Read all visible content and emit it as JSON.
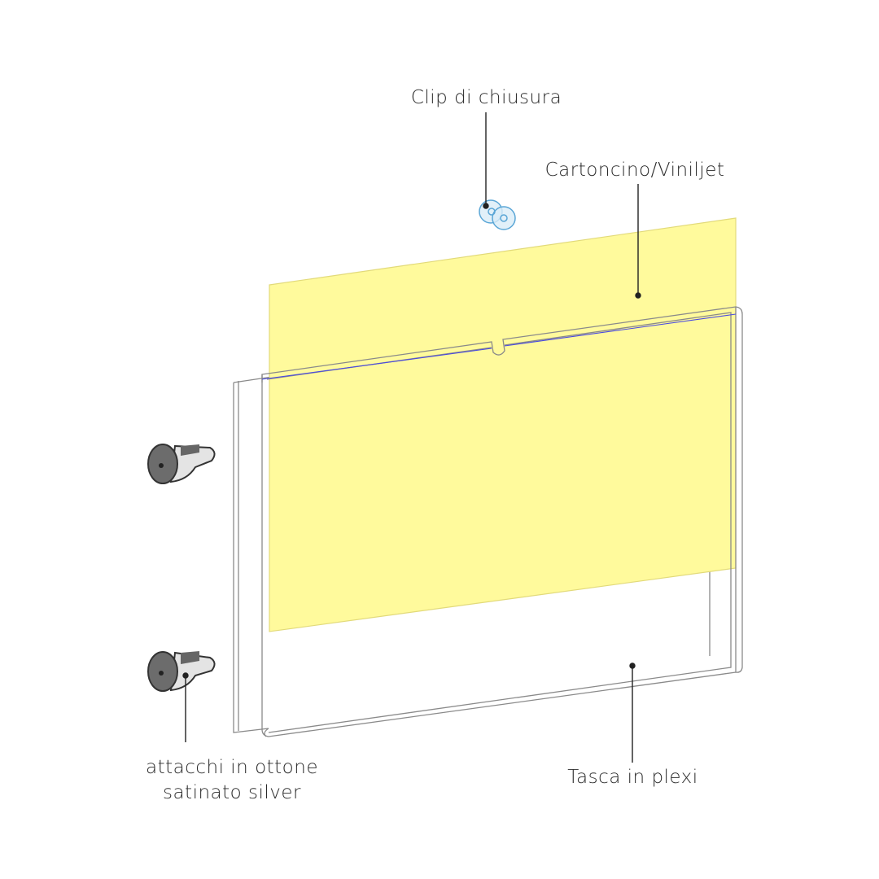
{
  "labels": {
    "clip": "Clip di chiusura",
    "sheet": "Cartoncino/Viniljet",
    "attachments_line1": "attacchi in ottone",
    "attachments_line2": "satinato silver",
    "pocket": "Tasca in plexi"
  },
  "colors": {
    "sheet_fill": "#FFFA9C",
    "sheet_stroke": "#E2DA7A",
    "plexi_stroke": "#8a8a8a",
    "clip_blue": "#5aa6d6",
    "edge_blue": "#4a4ae0"
  }
}
